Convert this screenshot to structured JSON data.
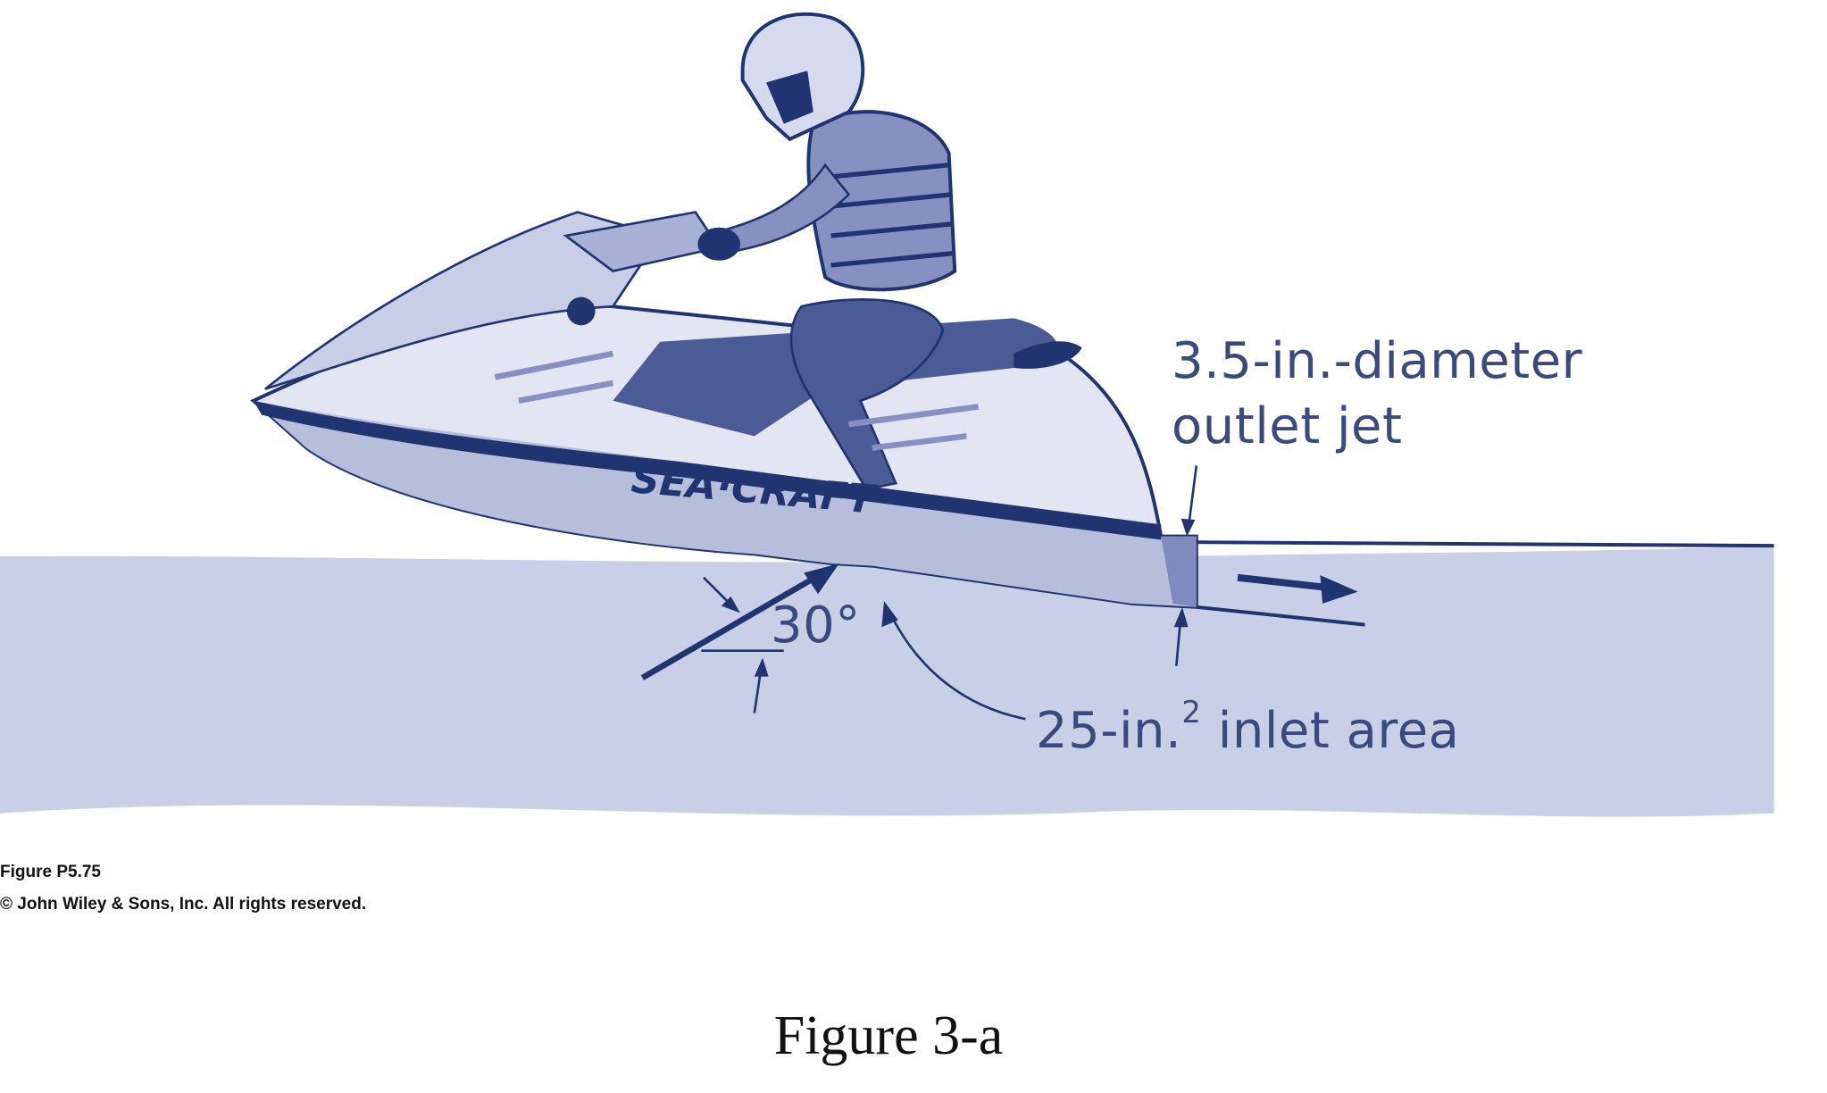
{
  "figure": {
    "outlet_label_line1": "3.5-in.-diameter",
    "outlet_label_line2": "outlet jet",
    "angle_label": "30°",
    "inlet_label": "25-in.",
    "inlet_label_sup": "2",
    "inlet_label_rest": " inlet area",
    "hull_brand": "SEA·CRAFT",
    "source_figure": "Figure P5.75",
    "copyright": "© John Wiley & Sons, Inc. All rights reserved.",
    "caption": "Figure 3-a"
  },
  "colors": {
    "water": "#c9cfe6",
    "dark": "#1f3470",
    "mid": "#6c7bb0",
    "light": "#dfe3f1"
  }
}
